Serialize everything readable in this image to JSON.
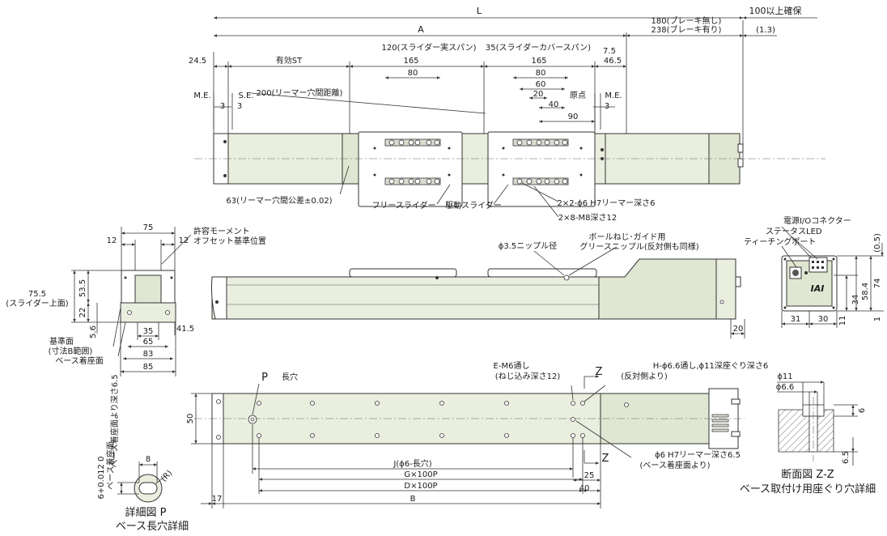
{
  "top_view": {
    "dim_L": "L",
    "dim_A": "A",
    "dim_100": "100以上確保",
    "dim_180": "180(ブレーキ無し)",
    "dim_238": "238(ブレーキ有り)",
    "dim_1_3": "(1.3)",
    "dim_120": "120(スライダー実スパン)",
    "dim_35": "35(スライダーカバースパン)",
    "dim_24_5": "24.5",
    "dim_effST": "有効ST",
    "dim_165a": "165",
    "dim_165b": "165",
    "dim_7_5": "7.5",
    "dim_46_5": "46.5",
    "dim_80a": "80",
    "dim_80b": "80",
    "dim_60": "60",
    "dim_20": "20",
    "dim_40": "40",
    "dim_90": "90",
    "label_origin": "原点",
    "label_ME_left": "M.E.",
    "label_SE": "S.E.",
    "label_ME_right": "M.E.",
    "dim_3a": "3",
    "dim_3b": "3",
    "dim_3c": "3",
    "label_reamer_dist": "200(リーマー穴間距離)",
    "label_reamer_tol": "63(リーマー穴間公差±0.02)",
    "label_free_slider": "フリースライダー",
    "label_drive_slider": "駆動スライダー",
    "label_reamer_hole": "2×2-ϕ6 H7リーマー深さ6",
    "label_m8": "2×8-M8深さ12"
  },
  "end_view": {
    "dim_75": "75",
    "dim_12a": "12",
    "dim_12b": "12",
    "label_moment1": "許容モーメント",
    "label_moment2": "オフセット基準位置",
    "dim_75_5": "75.5",
    "label_slider_top": "(スライダー上面)",
    "dim_53_5": "53.5",
    "dim_22": "22",
    "dim_5_6": "5.6",
    "dim_41_5": "41.5",
    "label_ref_surface": "基準面",
    "label_range_B": "(寸法B範囲)",
    "label_base_mount": "ベース着座面",
    "dim_35": "35",
    "dim_65": "65",
    "dim_83": "83",
    "dim_85": "85"
  },
  "side_view": {
    "label_nipple": "ϕ3.5ニップル径",
    "label_grease1": "ボールねじ･ガイド用",
    "label_grease2": "グリースニップル(反対側も同様)",
    "dim_20": "20"
  },
  "motor_end": {
    "label_power": "電源I/Oコネクター",
    "label_status": "ステータスLED",
    "label_teaching": "ティーチングポート",
    "dim_0_5": "(0.5)",
    "dim_74": "74",
    "dim_58_4": "58.4",
    "dim_34": "34",
    "dim_11": "11",
    "dim_1": "1",
    "dim_31": "31",
    "dim_30": "30",
    "logo": "IAI"
  },
  "bottom_view": {
    "label_P": "P",
    "label_slot": "長穴",
    "label_M6_1": "E-M6通し",
    "label_M6_2": "(ねじ込み深さ12)",
    "label_H_1": "H-ϕ6.6通し,ϕ11深座ぐり深さ6",
    "label_H_2": "(反対側より)",
    "label_Z1": "Z",
    "label_Z2": "Z",
    "dim_50": "50",
    "label_reamer_1": "ϕ6 H7リーマー深さ6.5",
    "label_reamer_2": "(ベース着座面より)",
    "dim_J": "J(ϕ6-長穴)",
    "dim_G": "G×100P",
    "dim_D": "D×100P",
    "dim_B": "B",
    "dim_25": "25",
    "dim_40": "40",
    "dim_17": "17",
    "label_vert_depth": "ベース着座面より深さ6.5"
  },
  "detail_P": {
    "dim_tol": "6+0.012 0",
    "label_base_seat": "ベース着座面",
    "dim_8": "8",
    "label_R": "(R)",
    "title1": "詳細図 P",
    "title2": "ベース長穴詳細"
  },
  "section_ZZ": {
    "dim_11": "ϕ11",
    "dim_6_6": "ϕ6.6",
    "dim_6": "6",
    "dim_6_5": "6.5",
    "title1": "断面図 Z-Z",
    "title2": "ベース取付け用座ぐり穴詳細"
  }
}
